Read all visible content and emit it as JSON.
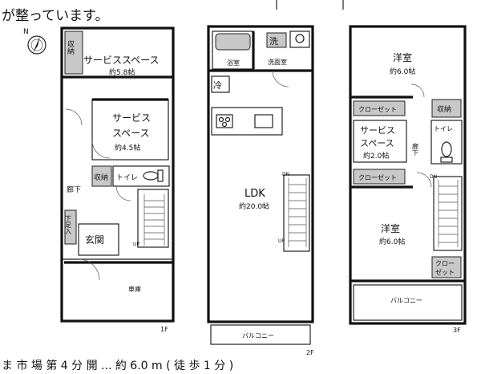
{
  "header_note": "が整っています。",
  "footer_note": "ま 市 場 第 4 分 開 ... 約 6.0 m ( 徒 歩 1 分 )",
  "compass_label": "N",
  "floors": {
    "f1": {
      "level": "1F",
      "rooms": {
        "storage_top": "収納",
        "service_space_1": "サービススペース",
        "service_space_1_area": "約5.8帖",
        "service_space_2_line1": "サービス",
        "service_space_2_line2": "スペース",
        "service_space_2_area": "約4.5帖",
        "storage": "収納",
        "toilet": "トイレ",
        "hallway": "廊下",
        "shoe_storage": "下足入",
        "entrance": "玄関",
        "garage": "車庫",
        "stair_up": "UP"
      }
    },
    "f2": {
      "level": "2F",
      "rooms": {
        "wash": "洗",
        "bath": "浴室",
        "washroom": "洗面室",
        "fridge": "冷",
        "ldk": "LDK",
        "ldk_area": "約20.0帖",
        "balcony": "バルコニー",
        "stair_dn": "DN",
        "stair_up": "UP"
      }
    },
    "f3": {
      "level": "3F",
      "rooms": {
        "western_room_1": "洋室",
        "western_room_1_area": "約6.0帖",
        "closet_1": "クローゼット",
        "storage": "収納",
        "service_space_line1": "サービス",
        "service_space_line2": "スペース",
        "service_space_area": "約2.0帖",
        "toilet": "トイレ",
        "hallway": "廊下",
        "closet_2": "クローゼット",
        "western_room_2": "洋室",
        "western_room_2_area": "約6.0帖",
        "closet_3_line1": "クロー",
        "closet_3_line2": "ゼット",
        "balcony": "バルコニー",
        "stair_dn": "DN"
      }
    }
  }
}
